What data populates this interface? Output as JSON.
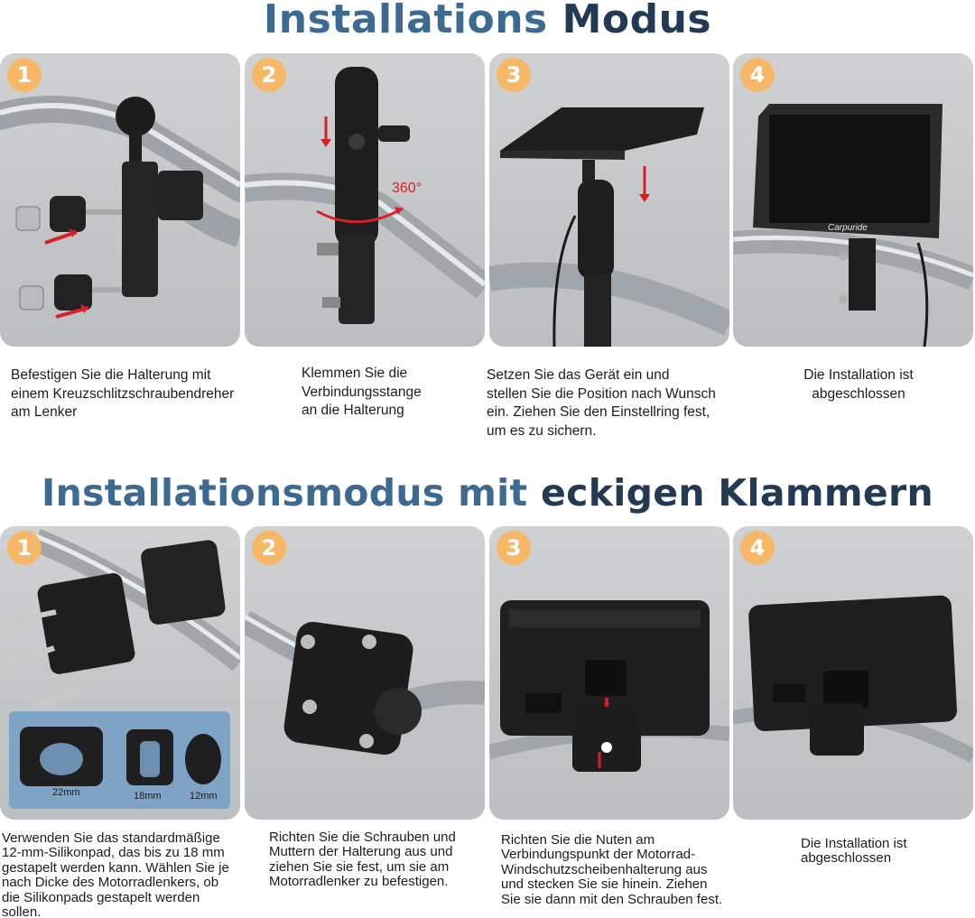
{
  "sections": {
    "first": {
      "title_a": "Installations",
      "title_b": "Modus"
    },
    "second": {
      "title_a": "Installationsmodus mit",
      "title_b": "eckigen Klammern"
    }
  },
  "mode1": {
    "steps": [
      {
        "number": "1",
        "caption": "Befestigen Sie die Halterung mit\neinem Kreuzschlitzschraubendreher\nam Lenker"
      },
      {
        "number": "2",
        "caption": "Klemmen Sie die\nVerbindungsstange\nan die Halterung",
        "rotation_label": "360°"
      },
      {
        "number": "3",
        "caption": "Setzen Sie das Gerät ein und\nstellen Sie die Position nach Wunsch\nein. Ziehen Sie den Einstellring fest,\num es zu sichern."
      },
      {
        "number": "4",
        "caption": "Die Installation ist\nabgeschlossen",
        "brand": "Carpuride"
      }
    ]
  },
  "mode2": {
    "steps": [
      {
        "number": "1",
        "caption": "Verwenden Sie das standardmäßige\n12-mm-Silikonpad, das bis zu 18 mm\ngestapelt werden kann. Wählen Sie je\nnach Dicke des Motorradlenkers, ob\ndie Silikonpads gestapelt werden\nsollen.",
        "sizes": [
          "22mm",
          "18mm",
          "12mm"
        ]
      },
      {
        "number": "2",
        "caption": "Richten Sie die Schrauben und\nMuttern der Halterung aus und\nziehen Sie sie fest, um sie am\nMotorradlenker zu befestigen."
      },
      {
        "number": "3",
        "caption": "Richten Sie die Nuten am\nVerbindungspunkt der Motorrad-\nWindschutzscheibenhalterung aus\nund stecken Sie sie hinein. Ziehen\nSie sie dann mit den Schrauben fest."
      },
      {
        "number": "4",
        "caption": "Die Installation ist\nabgeschlossen"
      }
    ]
  },
  "colors": {
    "accent": "#3d6a91",
    "accent_dark": "#233a52",
    "badge": "#f6b866",
    "arrow": "#d52027"
  }
}
